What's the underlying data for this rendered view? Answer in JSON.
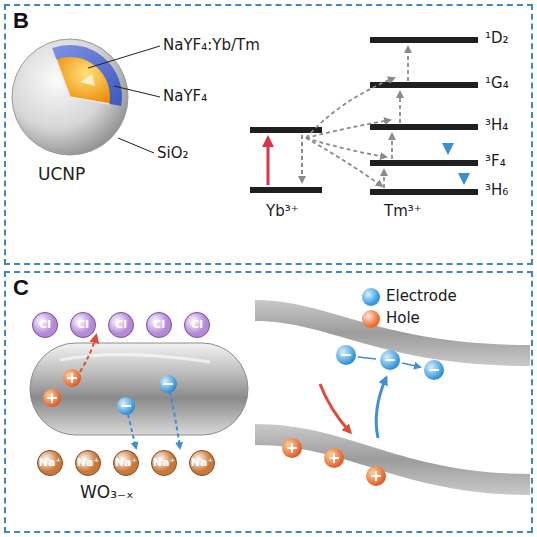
{
  "diagram": {
    "nodes": [
      {
        "text": [
          "B"
        ]
      },
      {
        "text": [
          "UCNP"
        ],
        "in": 0
      },
      {
        "text": [
          "C"
        ]
      },
      {
        "text": [
          "WO₃₋ₓ"
        ],
        "in": 2
      },
      {
        "text": [
          "Cl"
        ],
        "in": 2
      },
      {
        "text": [
          "Cl"
        ],
        "in": 2
      },
      {
        "text": [
          "Cl"
        ],
        "in": 2
      },
      {
        "text": [
          "Cl"
        ],
        "in": 2
      },
      {
        "text": [
          "Cl"
        ],
        "in": 2
      },
      {
        "text": [
          "Na⁺"
        ],
        "in": 2
      },
      {
        "text": [
          "Na⁺"
        ],
        "in": 2
      },
      {
        "text": [
          "Na⁺"
        ],
        "in": 2
      },
      {
        "text": [
          "Na⁺"
        ],
        "in": 2
      },
      {
        "text": [
          "Na⁺"
        ],
        "in": 2
      }
    ],
    "labels": [
      "NaYF₄:Yb/Tm",
      "NaYF₄",
      "SiO₂",
      "Yb³⁺",
      "Tm³⁺",
      "¹D₂",
      "¹G₄",
      "³H₄",
      "³F₄",
      "³H₆"
    ],
    "legend": [
      {
        "text": "Electrode",
        "color": "#2f9be0"
      },
      {
        "text": "Hole",
        "color": "#f26b2b"
      }
    ]
  }
}
